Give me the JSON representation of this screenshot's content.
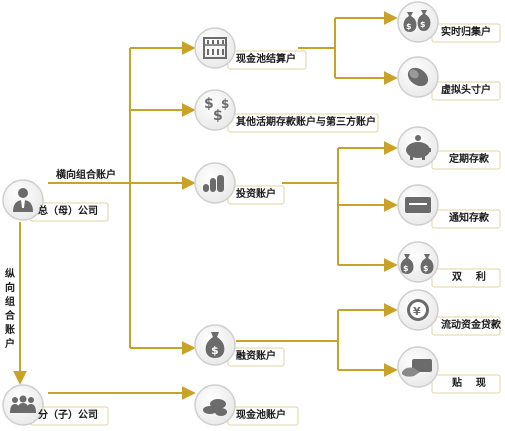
{
  "colors": {
    "connector": "#c9a227",
    "icon_fill": "#6b6b6b",
    "icon_border": "#c9c9c9",
    "text": "#1a1a1a"
  },
  "nodes": {
    "parent": {
      "label": "总（母）公司",
      "icon": "person-icon"
    },
    "child": {
      "label": "分（子）公司",
      "icon": "group-icon"
    },
    "cash_pool_settle": {
      "label": "现金池结算户",
      "icon": "abacus-icon"
    },
    "other_demand": {
      "label": "其他活期存款账户与第三方账户",
      "icon": "dollar-coins-icon"
    },
    "investment": {
      "label": "投资账户",
      "icon": "coin-stack-icon"
    },
    "financing": {
      "label": "融资账户",
      "icon": "money-bag-icon"
    },
    "cash_pool_child": {
      "label": "现金池账户",
      "icon": "coins-icon"
    },
    "realtime": {
      "label": "实时归集户",
      "icon": "money-bags-icon"
    },
    "virtual": {
      "label": "虚拟头寸户",
      "icon": "coin-roll-icon"
    },
    "fixed": {
      "label": "定期存款",
      "icon": "piggy-bank-icon"
    },
    "notice": {
      "label": "通知存款",
      "icon": "card-icon"
    },
    "dual": {
      "label": "双    利",
      "icon": "double-bag-icon"
    },
    "working_loan": {
      "label": "流动资金贷款",
      "icon": "yen-coin-icon"
    },
    "discount": {
      "label": "贴    现",
      "icon": "hand-card-icon"
    }
  },
  "edges": {
    "horizontal": "横向组合账户",
    "vertical": "纵向组合账户"
  }
}
